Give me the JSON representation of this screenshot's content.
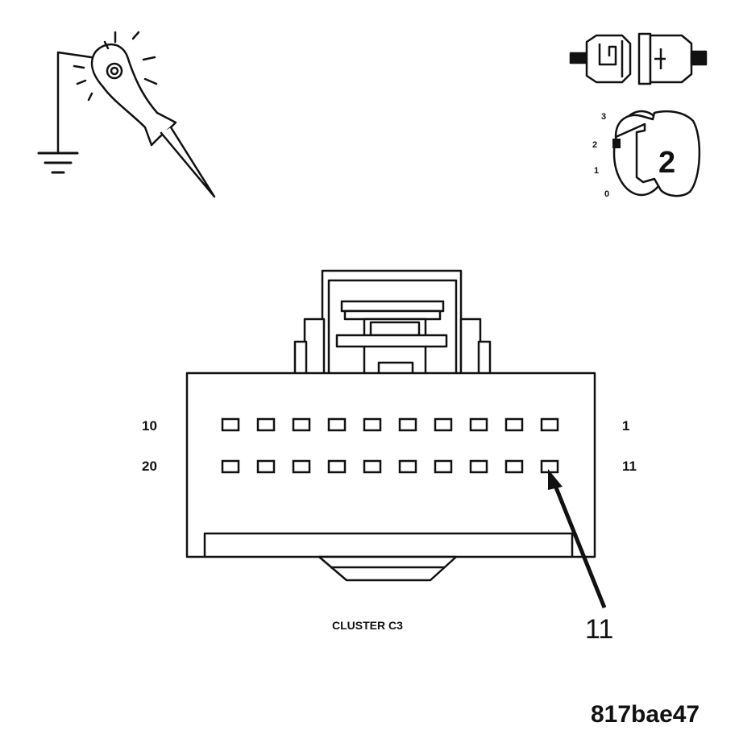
{
  "icons": {
    "probe": "test-light-probe-to-ground-icon",
    "connector": "disconnected-connector-icon",
    "ignition": "ignition-key-icon"
  },
  "ignition": {
    "positions": [
      "3",
      "2",
      "1",
      "0"
    ],
    "key_label": "2"
  },
  "connector": {
    "label": "CLUSTER C3",
    "pin_labels": {
      "top_left": "10",
      "top_right": "1",
      "bottom_left": "20",
      "bottom_right": "11"
    },
    "rows": 2,
    "pins_per_row": 10
  },
  "callout": {
    "label": "11"
  },
  "reference_id": "817bae47"
}
